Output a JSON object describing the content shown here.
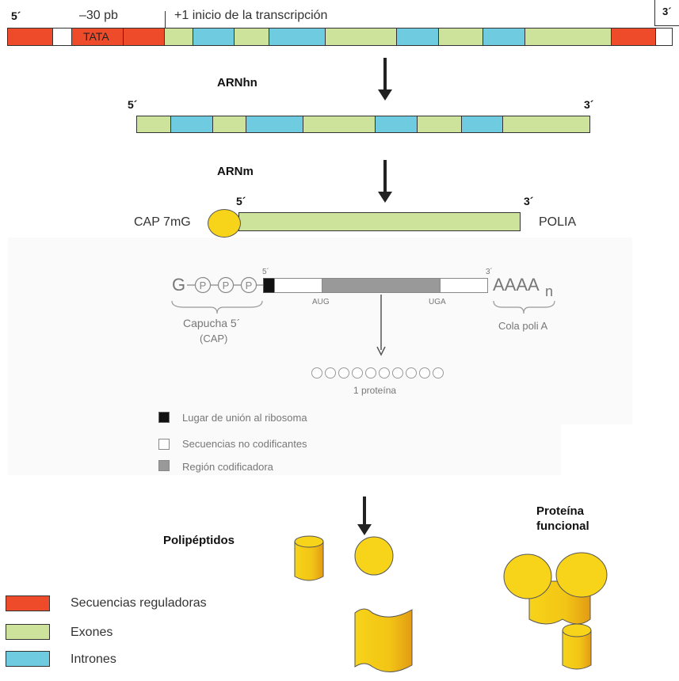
{
  "gene": {
    "five_prime": "5´",
    "three_prime": "3´",
    "tata_offset": "–30 pb",
    "tata_label": "TATA",
    "start_label": "+1 inicio de la transcripción"
  },
  "hnrna": {
    "title": "ARNhn",
    "five_prime": "5´",
    "three_prime": "3´"
  },
  "mrna": {
    "title": "ARNm",
    "five_prime": "5´",
    "three_prime": "3´",
    "cap_label": "CAP 7mG",
    "polya_label": "POLIA"
  },
  "detail": {
    "cap_g": "G",
    "phosphates": [
      "P",
      "P",
      "P"
    ],
    "five_prime": "5´",
    "three_prime": "3´",
    "aug": "AUG",
    "uga": "UGA",
    "poly_a": "AAAA",
    "poly_a_sub": "n",
    "cap_caption_line1": "Capucha 5´",
    "cap_caption_line2": "(CAP)",
    "tail_caption": "Cola poli A",
    "protein_caption": "1 proteína",
    "legend": [
      {
        "label": "Lugar de unión al ribosoma",
        "color": "#111111"
      },
      {
        "label": "Secuencias no codificantes",
        "color": "#ffffff"
      },
      {
        "label": "Región codificadora",
        "color": "#999999"
      }
    ]
  },
  "bottom": {
    "polypeptides_label": "Polipéptidos",
    "functional_line1": "Proteína",
    "functional_line2": "funcional"
  },
  "legend": [
    {
      "label": "Secuencias reguladoras",
      "color": "#ee4b2b"
    },
    {
      "label": "Exones",
      "color": "#cde29a"
    },
    {
      "label": "Intrones",
      "color": "#6fcbe0"
    }
  ],
  "colors": {
    "regulatory": "#ee4b2b",
    "exon": "#cde29a",
    "intron": "#6fcbe0",
    "protein": "#f7d31a"
  }
}
